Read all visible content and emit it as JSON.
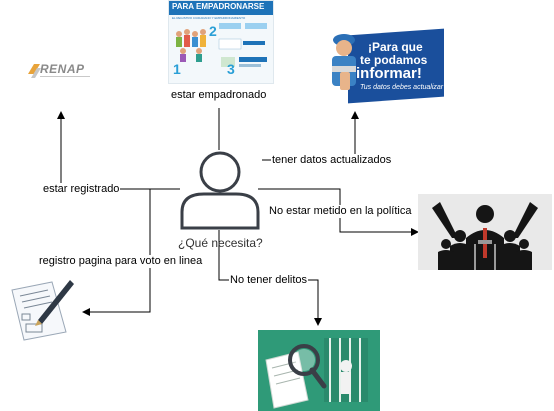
{
  "center": {
    "question": "¿Qué necesita?"
  },
  "edges": {
    "empadronado": "estar empadronado",
    "actualizados": "tener datos actualizados",
    "registrado": "estar registrado",
    "politica": "No estar metido en la política",
    "registro_pagina": "registro pagina para voto en linea",
    "delitos": "No tener delitos"
  },
  "images": {
    "renap": {
      "logo_text": "RENAP"
    },
    "empadronarse": {
      "title": "PARA EMPADRONARSE",
      "subtitle": "EL REGISTRO CIUDADANO Y EMPADRONAMIENTO",
      "steps": [
        "1",
        "2",
        "3"
      ]
    },
    "informar": {
      "line1": "¡Para que",
      "line2": "te podamos",
      "line3": "informar!",
      "tagline": "Tus datos debes actualizar"
    }
  },
  "colors": {
    "line": "#000000",
    "person_stroke": "#3a3f47",
    "informar_bg": "#1a4f9c",
    "teal_bg": "#2f9a78",
    "renap_orange": "#e8a33a"
  }
}
